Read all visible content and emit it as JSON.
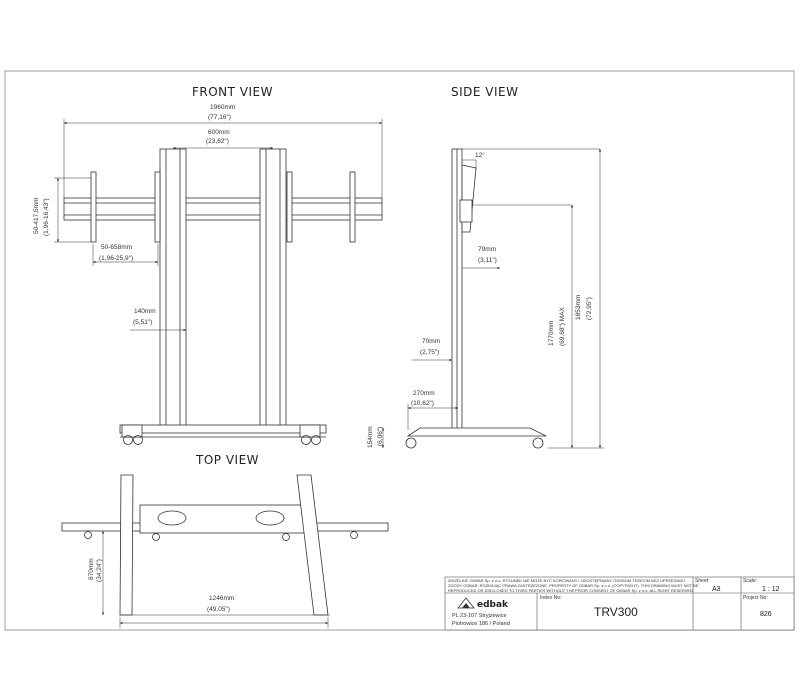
{
  "views": {
    "front": "FRONT VIEW",
    "side": "SIDE VIEW",
    "top": "TOP VIEW"
  },
  "front_dims": {
    "overall_width_mm": "1960mm",
    "overall_width_in": "(77,16\")",
    "pole_spacing_mm": "600mm",
    "pole_spacing_in": "(23,62\")",
    "vesa_v_mm": "50-417,5mm",
    "vesa_v_in": "(1,96-16,43\")",
    "vesa_h_mm": "50-658mm",
    "vesa_h_in": "(1,96-25,9\")",
    "pole_width_mm": "140mm",
    "pole_width_in": "(5,51\")"
  },
  "side_dims": {
    "tilt": "12°",
    "offset_mm": "79mm",
    "offset_in": "(3,11\")",
    "height_max_mm": "1770mm",
    "height_max_in": "(69,68\") MAX",
    "height_total_mm": "1853mm",
    "height_total_in": "(72,95\")",
    "pole_depth_mm": "70mm",
    "pole_depth_in": "(2,75\")",
    "base_mm": "270mm",
    "base_in": "(10,62\")",
    "floor_mm": "154mm",
    "floor_in": "(6,06\")"
  },
  "top_dims": {
    "depth_mm": "870mm",
    "depth_in": "(34,24\")",
    "width_mm": "1246mm",
    "width_in": "(49,05\")"
  },
  "title_block": {
    "notice_line1": "WSZELKIE ODBAR Sp. z o.o. RYSUNEK NIE MOŻE BYĆ KOPIOWANY I UDOSTĘPNIANY OSOBOM TRZECIM BEZ UPRZEDNIEJ",
    "notice_line2": "ZGODY ODBAR, ROZDAJĄC PRAWA ZASTRZEŻONE. PROPERTY OF ODBAR Sp. z o.o. (COPYRIGHT). THIS DRAWING MUST NOT BE",
    "notice_line3": "REPRODUCED OR DISCLOSED TO THIRD PARTIES WITHOUT THE PRIOR CONSENT OF ODBAR Sp. z o.o. ALL RIGHT RESERVED.",
    "logo": "edbak",
    "address_line1": "PL 23-107 Stryjzewice",
    "address_line2": "Piotrowice 186 / Poland",
    "index_label": "Index No:",
    "index_value": "TRV300",
    "sheet_label": "Sheet:",
    "sheet_value": "A3",
    "scale_label": "Scale:",
    "scale_value": "1 : 12",
    "project_label": "Project No:",
    "project_value": "826"
  }
}
